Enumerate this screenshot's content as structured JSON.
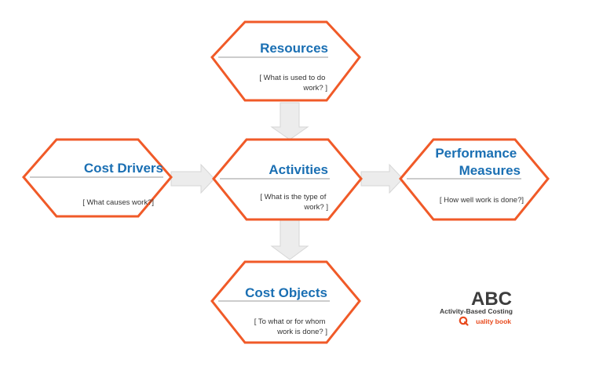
{
  "colors": {
    "hex_border": "#f05a28",
    "title": "#1a6fb3",
    "subtitle": "#333333",
    "arrow_fill": "#ececec",
    "arrow_stroke": "#d6d6d6",
    "divider": "#9a9a9a",
    "logo_text": "#3d3d3d",
    "logo_brand": "#e8491c"
  },
  "nodes": {
    "resources": {
      "title": [
        "Resources"
      ],
      "subtitle": [
        "[ What is used to do",
        "work? ]"
      ]
    },
    "cost_drivers": {
      "title": [
        "Cost Drivers"
      ],
      "subtitle": [
        "[ What causes work?]"
      ]
    },
    "activities": {
      "title": [
        "Activities"
      ],
      "subtitle": [
        "[ What is the type of",
        "work? ]"
      ]
    },
    "performance_measures": {
      "title": [
        "Performance",
        "Measures"
      ],
      "subtitle": [
        "[ How well work is done?]"
      ]
    },
    "cost_objects": {
      "title": [
        "Cost Objects"
      ],
      "subtitle": [
        "[ To what or for whom",
        "work is done? ]"
      ]
    }
  },
  "arrows": [
    {
      "from": "resources",
      "to": "activities"
    },
    {
      "from": "cost_drivers",
      "to": "activities"
    },
    {
      "from": "activities",
      "to": "performance_measures"
    },
    {
      "from": "activities",
      "to": "cost_objects"
    }
  ],
  "logo": {
    "abbrev": "ABC",
    "subtitle": "Activity-Based Costing",
    "brand": "uality book",
    "icon": "q-logo-icon"
  }
}
